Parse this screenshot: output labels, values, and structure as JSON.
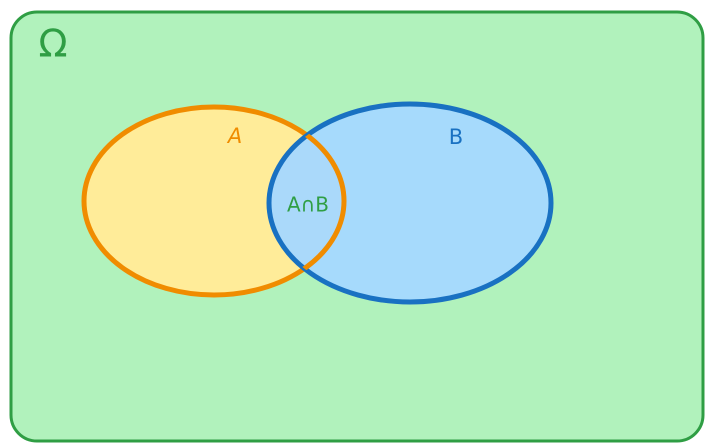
{
  "universe": {
    "label": "Ω",
    "fill_color": "#b1f2bc",
    "stroke_color": "#2f9e44"
  },
  "sets": [
    {
      "id": "A",
      "label": "A",
      "fill_color": "#ffec99",
      "stroke_color": "#f08c00"
    },
    {
      "id": "B",
      "label": "B",
      "fill_color": "#a5d8ff",
      "stroke_color": "#1971c2"
    }
  ],
  "intersection": {
    "label": "A∩B",
    "text_color": "#2f9e44"
  }
}
